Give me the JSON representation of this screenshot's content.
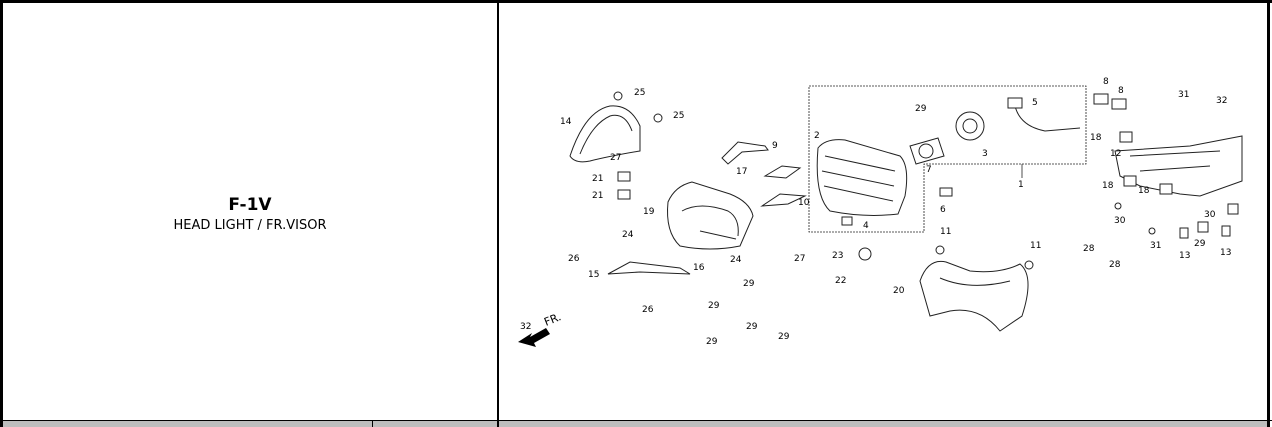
{
  "section": {
    "code": "F-1V",
    "name": "HEAD LIGHT / FR.VISOR"
  },
  "diagram": {
    "direction_label": "FR.",
    "callouts": [
      {
        "id": "c1",
        "number": "1"
      },
      {
        "id": "c2",
        "number": "2"
      },
      {
        "id": "c3",
        "number": "3"
      },
      {
        "id": "c4",
        "number": "4"
      },
      {
        "id": "c5",
        "number": "5"
      },
      {
        "id": "c6",
        "number": "6"
      },
      {
        "id": "c7",
        "number": "7"
      },
      {
        "id": "c8a",
        "number": "8"
      },
      {
        "id": "c8b",
        "number": "8"
      },
      {
        "id": "c9",
        "number": "9"
      },
      {
        "id": "c10",
        "number": "10"
      },
      {
        "id": "c11a",
        "number": "11"
      },
      {
        "id": "c11b",
        "number": "11"
      },
      {
        "id": "c12",
        "number": "12"
      },
      {
        "id": "c13a",
        "number": "13"
      },
      {
        "id": "c13b",
        "number": "13"
      },
      {
        "id": "c14",
        "number": "14"
      },
      {
        "id": "c15",
        "number": "15"
      },
      {
        "id": "c16",
        "number": "16"
      },
      {
        "id": "c17",
        "number": "17"
      },
      {
        "id": "c18a",
        "number": "18"
      },
      {
        "id": "c18b",
        "number": "18"
      },
      {
        "id": "c18c",
        "number": "18"
      },
      {
        "id": "c19",
        "number": "19"
      },
      {
        "id": "c20",
        "number": "20"
      },
      {
        "id": "c21a",
        "number": "21"
      },
      {
        "id": "c21b",
        "number": "21"
      },
      {
        "id": "c22",
        "number": "22"
      },
      {
        "id": "c23",
        "number": "23"
      },
      {
        "id": "c24a",
        "number": "24"
      },
      {
        "id": "c24b",
        "number": "24"
      },
      {
        "id": "c25a",
        "number": "25"
      },
      {
        "id": "c25b",
        "number": "25"
      },
      {
        "id": "c26a",
        "number": "26"
      },
      {
        "id": "c26b",
        "number": "26"
      },
      {
        "id": "c27a",
        "number": "27"
      },
      {
        "id": "c27b",
        "number": "27"
      },
      {
        "id": "c28a",
        "number": "28"
      },
      {
        "id": "c28b",
        "number": "28"
      },
      {
        "id": "c29a",
        "number": "29"
      },
      {
        "id": "c29b",
        "number": "29"
      },
      {
        "id": "c29c",
        "number": "29"
      },
      {
        "id": "c29d",
        "number": "29"
      },
      {
        "id": "c29e",
        "number": "29"
      },
      {
        "id": "c29f",
        "number": "29"
      },
      {
        "id": "c29g",
        "number": "29"
      },
      {
        "id": "c30a",
        "number": "30"
      },
      {
        "id": "c30b",
        "number": "30"
      },
      {
        "id": "c31a",
        "number": "31"
      },
      {
        "id": "c31b",
        "number": "31"
      },
      {
        "id": "c32a",
        "number": "32"
      },
      {
        "id": "c32b",
        "number": "32"
      }
    ]
  }
}
